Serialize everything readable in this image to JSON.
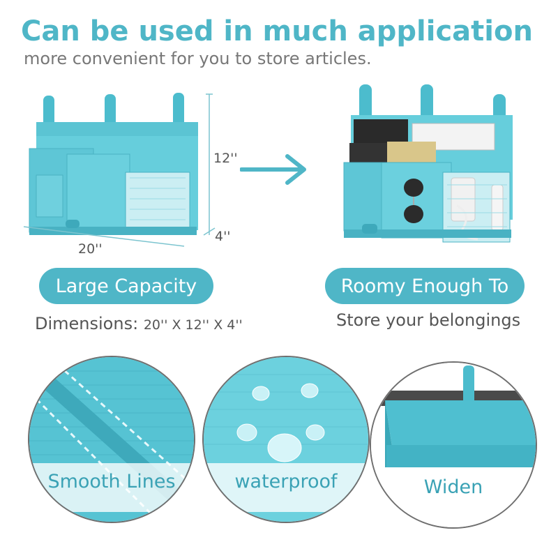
{
  "header": {
    "title": "Can be used in much application",
    "subtitle": "more convenient for you to store articles."
  },
  "dimensions_figure": {
    "height_label": "12''",
    "depth_label": "4''",
    "width_label": "20''"
  },
  "features": {
    "left_pill": "Large Capacity",
    "left_caption_prefix": "Dimensions:",
    "left_caption_value": "20'' X 12'' X 4''",
    "right_pill": "Roomy Enough To",
    "right_caption": "Store your belongings"
  },
  "detail_circles": [
    {
      "label": "Smooth Lines"
    },
    {
      "label": "waterproof"
    },
    {
      "label": "Widen"
    }
  ],
  "colors": {
    "accent": "#4fb6c7",
    "fabric": "#5cc9d9",
    "fabric_dark": "#3ea9bb",
    "text_gray": "#555555"
  },
  "icons": [
    "right-arrow-icon"
  ]
}
